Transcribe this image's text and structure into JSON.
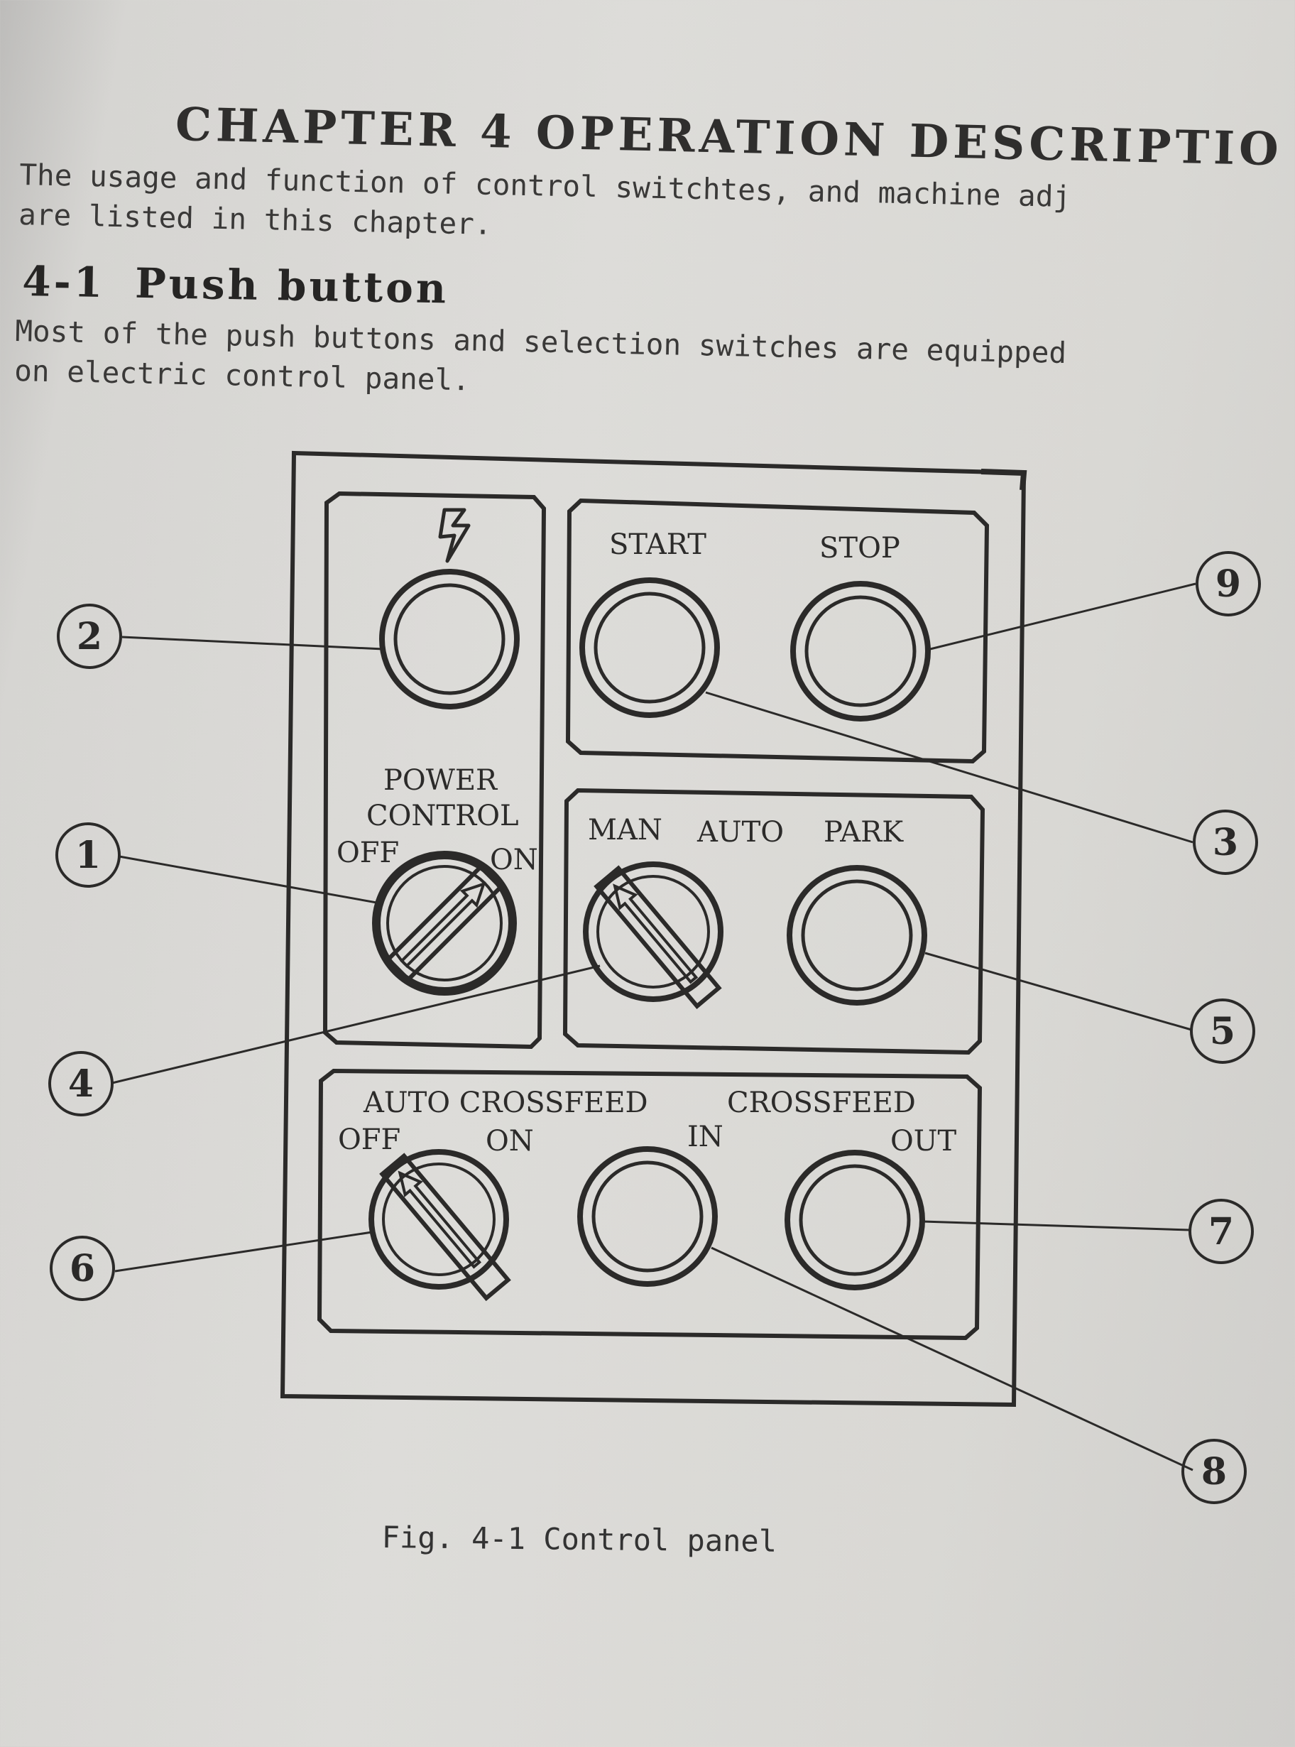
{
  "chapter_title": "CHAPTER 4 OPERATION DESCRIPTIO",
  "intro_text": "The usage and function of control switchtes, and machine adj\nare listed in this chapter.",
  "section": {
    "number": "4-1",
    "title": "Push button"
  },
  "section_text": "Most of the push buttons and selection switches are equipped\non electric control panel.",
  "panel_labels": {
    "start": "START",
    "stop": "STOP",
    "power_control_1": "POWER",
    "power_control_2": "CONTROL",
    "power_off": "OFF",
    "power_on": "ON",
    "man": "MAN",
    "auto": "AUTO",
    "park": "PARK",
    "auto_crossfeed": "AUTO CROSSFEED",
    "crossfeed_off": "OFF",
    "crossfeed_on": "ON",
    "crossfeed": "CROSSFEED",
    "crossfeed_in": "IN",
    "crossfeed_out": "OUT"
  },
  "callouts": [
    "1",
    "2",
    "3",
    "4",
    "5",
    "6",
    "7",
    "8",
    "9"
  ],
  "figure_caption": "Fig. 4-1 Control panel"
}
